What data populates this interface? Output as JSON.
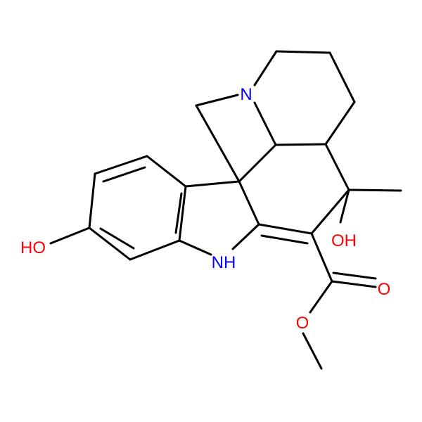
{
  "molecule": {
    "atoms": [
      {
        "id": "N_ring",
        "label": "N",
        "color": "#0000ff"
      },
      {
        "id": "NH_indole",
        "label": "NH",
        "color": "#0000ff"
      },
      {
        "id": "OH_phenol",
        "label": "HO",
        "color": "#ff0000"
      },
      {
        "id": "OH_hydroxyethyl",
        "label": "OH",
        "color": "#ff0000"
      },
      {
        "id": "O_carbonyl",
        "label": "O",
        "color": "#ff0000"
      },
      {
        "id": "O_ester",
        "label": "O",
        "color": "#ff0000"
      }
    ]
  },
  "colors": {
    "bond": "#000000",
    "nitrogen": "#0000ff",
    "oxygen": "#ff0000",
    "background": "#ffffff"
  }
}
